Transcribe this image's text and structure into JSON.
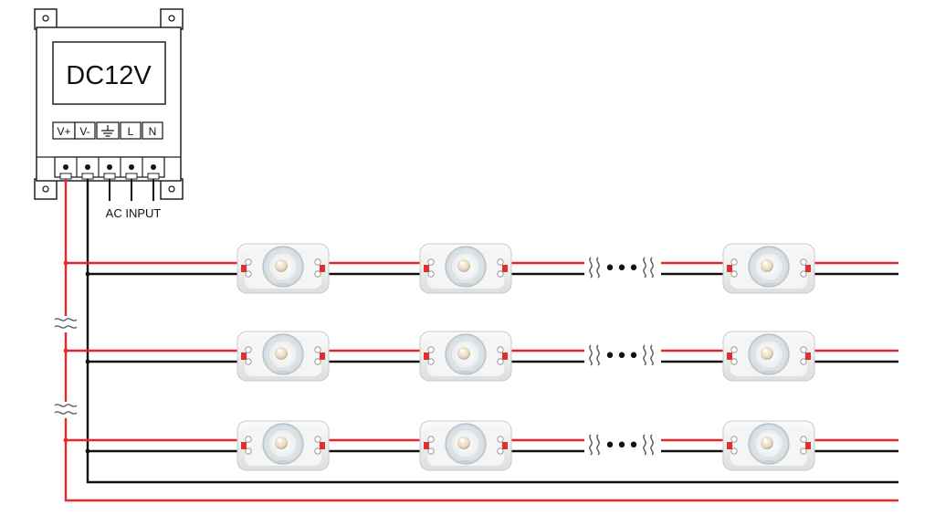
{
  "power_supply": {
    "voltage_label": "DC12V",
    "terminals": [
      "V+",
      "V-",
      "⏚",
      "L",
      "N"
    ],
    "input_label": "AC INPUT"
  },
  "wiring": {
    "positive_color": "#e8262b",
    "negative_color": "#111111",
    "break_symbol": "wavy-break",
    "continuation_symbol": "•••"
  },
  "led_module": {
    "icon": "led-module-icon",
    "body_color": "#f2f2f2",
    "rows": [
      {
        "modules_before_gap": 2,
        "modules_after_gap": 1
      },
      {
        "modules_before_gap": 2,
        "modules_after_gap": 1
      },
      {
        "modules_before_gap": 2,
        "modules_after_gap": 1
      }
    ]
  }
}
